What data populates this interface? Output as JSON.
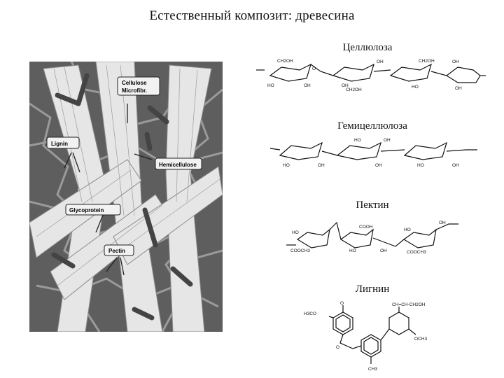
{
  "title": "Естественный композит: древесина",
  "labels": {
    "cellulose": "Целлюлоза",
    "hemicellulose": "Гемицеллюлоза",
    "pectin": "Пектин",
    "lignin": "Лигнин"
  },
  "figure_callouts": {
    "cellulose_line1": "Cellulose",
    "cellulose_line2": "Microfibr.",
    "lignin": "Lignin",
    "hemicellulose": "Hemicellulose",
    "glycoprotein": "Glycoprotein",
    "pectin": "Pectin"
  },
  "chem_groups": {
    "ch2oh": "CH2OH",
    "ho": "HO",
    "oh": "OH",
    "o": "O",
    "cooh": "COOH",
    "cooch3": "COOCH3",
    "h3co": "H3CO",
    "och3": "OCH3",
    "ch3": "CH3",
    "side_chain": "CH=CH-CH2OH"
  },
  "colors": {
    "figure_bg": "#5e5e5e",
    "fibril": "#e6e6e6",
    "rod": "#444444",
    "network": "#9a9a9a"
  }
}
